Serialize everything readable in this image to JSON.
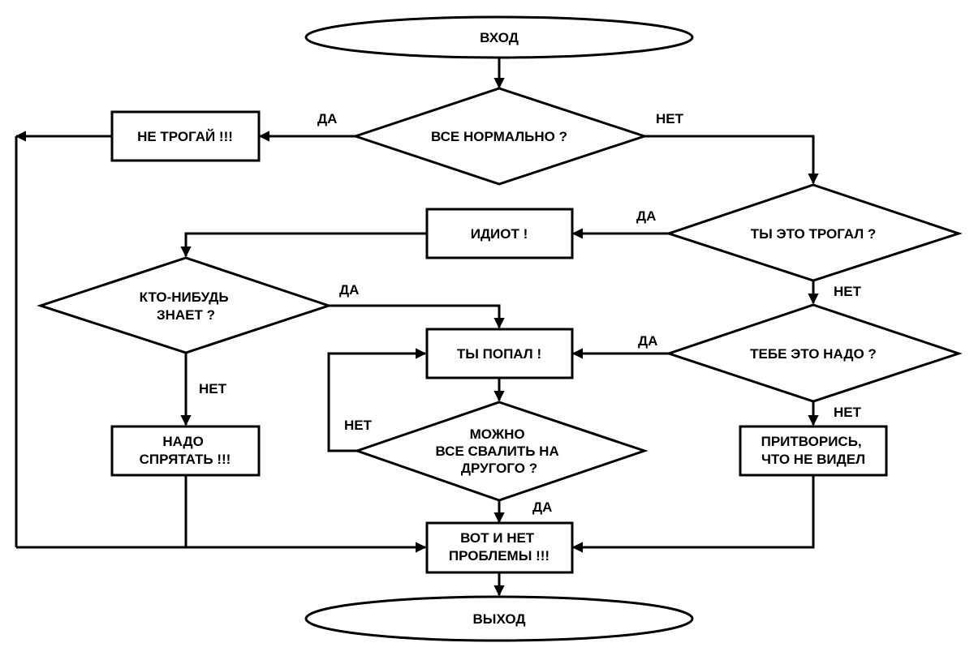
{
  "nodes": {
    "entry": [
      "ВХОД"
    ],
    "is_ok": [
      "ВСЕ НОРМАЛЬНО ?"
    ],
    "dont_touch": [
      "НЕ ТРОГАЙ !!!"
    ],
    "did_you_touch": [
      "ТЫ ЭТО ТРОГАЛ ?"
    ],
    "idiot": [
      "ИДИОТ !"
    ],
    "anyone_knows": [
      "КТО-НИБУДЬ",
      "ЗНАЕТ ?"
    ],
    "you_are_caught": [
      "ТЫ ПОПАЛ !"
    ],
    "need_it": [
      "ТЕБЕ ЭТО НАДО ?"
    ],
    "blame_other": [
      "МОЖНО",
      "ВСЕ СВАЛИТЬ НА",
      "ДРУГОГО ?"
    ],
    "hide_it": [
      "НАДО",
      "СПРЯТАТЬ !!!"
    ],
    "pretend": [
      "ПРИТВОРИСЬ,",
      "ЧТО НЕ ВИДЕЛ"
    ],
    "no_problem": [
      "ВОТ И НЕТ",
      "ПРОБЛЕМЫ !!!"
    ],
    "exit": [
      "ВЫХОД"
    ]
  },
  "edge_labels": {
    "yes": "ДА",
    "no": "НЕТ"
  }
}
